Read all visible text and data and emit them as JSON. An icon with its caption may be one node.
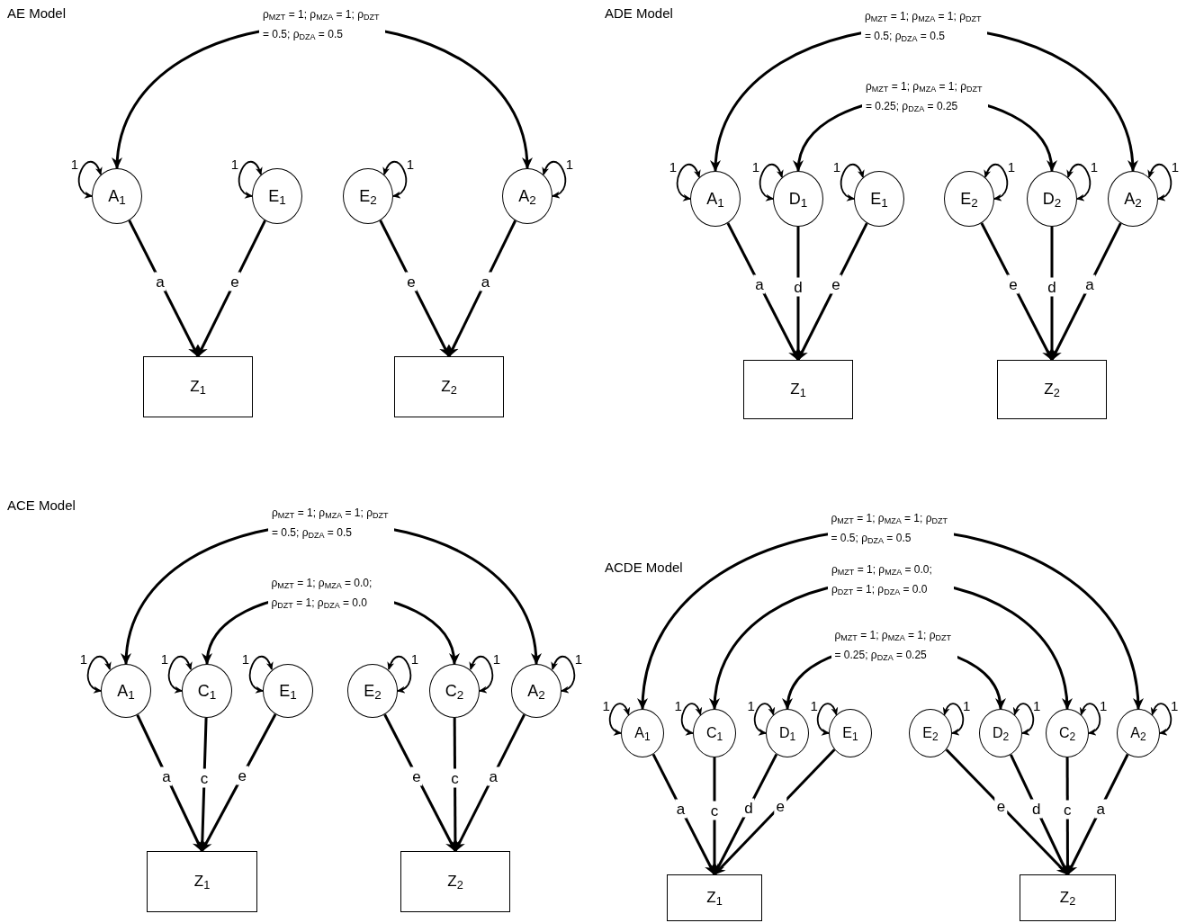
{
  "diagram": {
    "nodes": [
      {
        "text": [
          "A$_{1}$"
        ]
      },
      {
        "text": [
          "E$_{1}$"
        ]
      },
      {
        "text": [
          "E$_{2}$"
        ]
      },
      {
        "text": [
          "A$_{2}$"
        ]
      },
      {
        "text": [
          "Z$_{1}$"
        ]
      },
      {
        "text": [
          "Z$_{2}$"
        ]
      },
      {
        "text": [
          "A$_{1}$"
        ]
      },
      {
        "text": [
          "D$_{1}$"
        ]
      },
      {
        "text": [
          "E$_{1}$"
        ]
      },
      {
        "text": [
          "E$_{2}$"
        ]
      },
      {
        "text": [
          "D$_{2}$"
        ]
      },
      {
        "text": [
          "A$_{2}$"
        ]
      },
      {
        "text": [
          "Z$_{1}$"
        ]
      },
      {
        "text": [
          "Z$_{2}$"
        ]
      },
      {
        "text": [
          "A$_{1}$"
        ]
      },
      {
        "text": [
          "C$_{1}$"
        ]
      },
      {
        "text": [
          "E$_{1}$"
        ]
      },
      {
        "text": [
          "E$_{2}$"
        ]
      },
      {
        "text": [
          "C$_{2}$"
        ]
      },
      {
        "text": [
          "A$_{2}$"
        ]
      },
      {
        "text": [
          "Z$_{1}$"
        ]
      },
      {
        "text": [
          "Z$_{2}$"
        ]
      },
      {
        "text": [
          "A$_{1}$"
        ]
      },
      {
        "text": [
          "C$_{1}$"
        ]
      },
      {
        "text": [
          "D$_{1}$"
        ]
      },
      {
        "text": [
          "E$_{1}$"
        ]
      },
      {
        "text": [
          "E$_{2}$"
        ]
      },
      {
        "text": [
          "D$_{2}$"
        ]
      },
      {
        "text": [
          "C$_{2}$"
        ]
      },
      {
        "text": [
          "A$_{2}$"
        ]
      },
      {
        "text": [
          "Z$_{1}$"
        ]
      },
      {
        "text": [
          "Z$_{2}$"
        ]
      }
    ],
    "edges": [
      {
        "from": 0,
        "to": 3,
        "arrow": "both",
        "label": "ρ$_{MZT}$ = 1; ρ$_{MZA}$ = 1; ρ$_{DZT}$ = 0.5; ρ$_{DZA}$ = 0.5"
      },
      {
        "from": 0,
        "to": 0,
        "arrow": "both",
        "label": "1"
      },
      {
        "from": 1,
        "to": 1,
        "arrow": "both",
        "label": "1"
      },
      {
        "from": 2,
        "to": 2,
        "arrow": "both",
        "label": "1"
      },
      {
        "from": 3,
        "to": 3,
        "arrow": "both",
        "label": "1"
      },
      {
        "from": 0,
        "to": 4,
        "arrow": "to",
        "label": "a"
      },
      {
        "from": 1,
        "to": 4,
        "arrow": "to",
        "label": "e"
      },
      {
        "from": 2,
        "to": 5,
        "arrow": "to",
        "label": "e"
      },
      {
        "from": 3,
        "to": 5,
        "arrow": "to",
        "label": "a"
      },
      {
        "from": 6,
        "to": 11,
        "arrow": "both",
        "label": "ρ$_{MZT}$ = 1; ρ$_{MZA}$ = 1; ρ$_{DZT}$ = 0.5; ρ$_{DZA}$ = 0.5"
      },
      {
        "from": 7,
        "to": 10,
        "arrow": "both",
        "label": "ρ$_{MZT}$ = 1; ρ$_{MZA}$ = 1; ρ$_{DZT}$ = 0.25; ρ$_{DZA}$ = 0.25"
      },
      {
        "from": 6,
        "to": 6,
        "arrow": "both",
        "label": "1"
      },
      {
        "from": 7,
        "to": 7,
        "arrow": "both",
        "label": "1"
      },
      {
        "from": 8,
        "to": 8,
        "arrow": "both",
        "label": "1"
      },
      {
        "from": 9,
        "to": 9,
        "arrow": "both",
        "label": "1"
      },
      {
        "from": 10,
        "to": 10,
        "arrow": "both",
        "label": "1"
      },
      {
        "from": 11,
        "to": 11,
        "arrow": "both",
        "label": "1"
      },
      {
        "from": 6,
        "to": 12,
        "arrow": "to",
        "label": "a"
      },
      {
        "from": 7,
        "to": 12,
        "arrow": "to",
        "label": "d"
      },
      {
        "from": 8,
        "to": 12,
        "arrow": "to",
        "label": "e"
      },
      {
        "from": 9,
        "to": 13,
        "arrow": "to",
        "label": "e"
      },
      {
        "from": 10,
        "to": 13,
        "arrow": "to",
        "label": "d"
      },
      {
        "from": 11,
        "to": 13,
        "arrow": "to",
        "label": "a"
      },
      {
        "from": 14,
        "to": 19,
        "arrow": "both",
        "label": "ρ$_{MZT}$ = 1; ρ$_{MZA}$ = 1; ρ$_{DZT}$ = 0.5; ρ$_{DZA}$ = 0.5"
      },
      {
        "from": 15,
        "to": 18,
        "arrow": "both",
        "label": "ρ$_{MZT}$ = 1; ρ$_{MZA}$ = 0.0; ρ$_{DZT}$ = 1; ρ$_{DZA}$ = 0.0"
      },
      {
        "from": 14,
        "to": 14,
        "arrow": "both",
        "label": "1"
      },
      {
        "from": 15,
        "to": 15,
        "arrow": "both",
        "label": "1"
      },
      {
        "from": 16,
        "to": 16,
        "arrow": "both",
        "label": "1"
      },
      {
        "from": 17,
        "to": 17,
        "arrow": "both",
        "label": "1"
      },
      {
        "from": 18,
        "to": 18,
        "arrow": "both",
        "label": "1"
      },
      {
        "from": 19,
        "to": 19,
        "arrow": "both",
        "label": "1"
      },
      {
        "from": 14,
        "to": 20,
        "arrow": "to",
        "label": "a"
      },
      {
        "from": 15,
        "to": 20,
        "arrow": "to",
        "label": "c"
      },
      {
        "from": 16,
        "to": 20,
        "arrow": "to",
        "label": "e"
      },
      {
        "from": 17,
        "to": 21,
        "arrow": "to",
        "label": "e"
      },
      {
        "from": 18,
        "to": 21,
        "arrow": "to",
        "label": "c"
      },
      {
        "from": 19,
        "to": 21,
        "arrow": "to",
        "label": "a"
      },
      {
        "from": 22,
        "to": 29,
        "arrow": "both",
        "label": "ρ$_{MZT}$ = 1; ρ$_{MZA}$ = 1; ρ$_{DZT}$ = 0.5; ρ$_{DZA}$ = 0.5"
      },
      {
        "from": 23,
        "to": 28,
        "arrow": "both",
        "label": "ρ$_{MZT}$ = 1; ρ$_{MZA}$ = 0.0; ρ$_{DZT}$ = 1; ρ$_{DZA}$ = 0.0"
      },
      {
        "from": 24,
        "to": 27,
        "arrow": "both",
        "label": "ρ$_{MZT}$ = 1; ρ$_{MZA}$ = 1; ρ$_{DZT}$ = 0.25; ρ$_{DZA}$ = 0.25"
      },
      {
        "from": 22,
        "to": 22,
        "arrow": "both",
        "label": "1"
      },
      {
        "from": 23,
        "to": 23,
        "arrow": "both",
        "label": "1"
      },
      {
        "from": 24,
        "to": 24,
        "arrow": "both",
        "label": "1"
      },
      {
        "from": 25,
        "to": 25,
        "arrow": "both",
        "label": "1"
      },
      {
        "from": 26,
        "to": 26,
        "arrow": "both",
        "label": "1"
      },
      {
        "from": 27,
        "to": 27,
        "arrow": "both",
        "label": "1"
      },
      {
        "from": 28,
        "to": 28,
        "arrow": "both",
        "label": "1"
      },
      {
        "from": 29,
        "to": 29,
        "arrow": "both",
        "label": "1"
      },
      {
        "from": 22,
        "to": 30,
        "arrow": "to",
        "label": "a"
      },
      {
        "from": 23,
        "to": 30,
        "arrow": "to",
        "label": "c"
      },
      {
        "from": 24,
        "to": 30,
        "arrow": "to",
        "label": "d"
      },
      {
        "from": 25,
        "to": 30,
        "arrow": "to",
        "label": "e"
      },
      {
        "from": 26,
        "to": 31,
        "arrow": "to",
        "label": "e"
      },
      {
        "from": 27,
        "to": 31,
        "arrow": "to",
        "label": "d"
      },
      {
        "from": 28,
        "to": 31,
        "arrow": "to",
        "label": "c"
      },
      {
        "from": 29,
        "to": 31,
        "arrow": "to",
        "label": "a"
      }
    ],
    "labels": [
      "AE Model",
      "ADE Model",
      "ACE Model",
      "ACDE Model"
    ]
  }
}
